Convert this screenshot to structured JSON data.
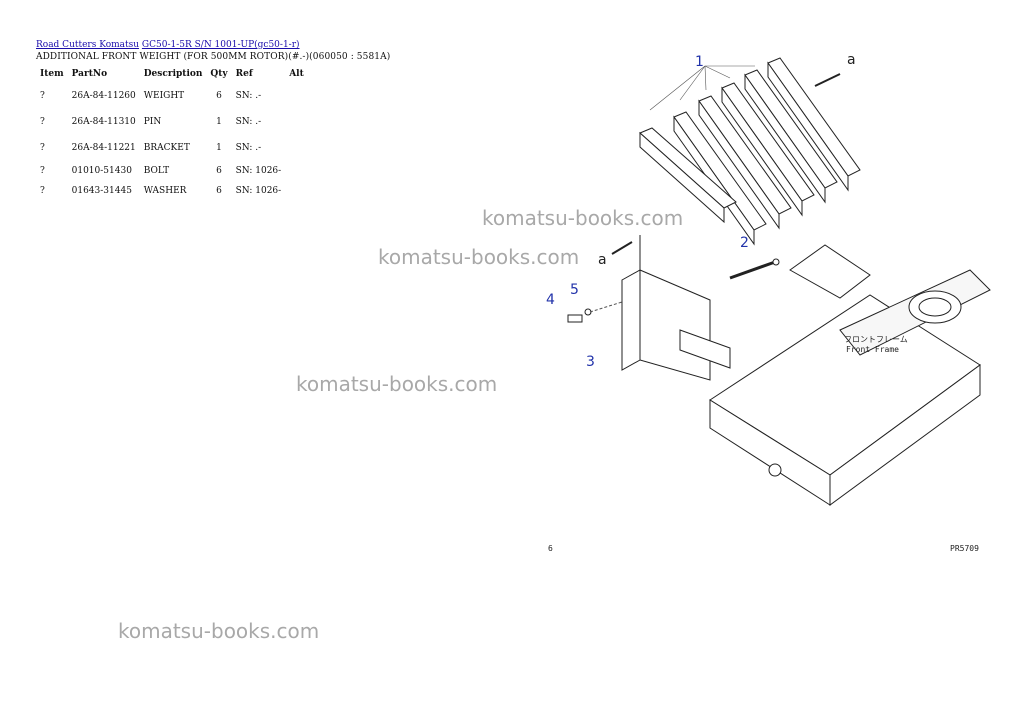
{
  "breadcrumb": {
    "link1": "Road Cutters Komatsu",
    "link2": "GC50-1-5R S/N 1001-UP(gc50-1-r)"
  },
  "page_title": "ADDITIONAL FRONT WEIGHT (FOR 500MM ROTOR)(#.-)(060050 : 5581A)",
  "table": {
    "headers": [
      "Item",
      "PartNo",
      "Description",
      "Qty",
      "Ref",
      "Alt"
    ],
    "rows": [
      {
        "item": "?",
        "partno": "26A-84-11260",
        "description": "WEIGHT",
        "qty": "6",
        "ref": "SN: .-",
        "alt": ""
      },
      {
        "item": "?",
        "partno": "26A-84-11310",
        "description": "PIN",
        "qty": "1",
        "ref": "SN: .-",
        "alt": ""
      },
      {
        "item": "?",
        "partno": "26A-84-11221",
        "description": "BRACKET",
        "qty": "1",
        "ref": "SN: .-",
        "alt": ""
      },
      {
        "item": "?",
        "partno": "01010-51430",
        "description": "BOLT",
        "qty": "6",
        "ref": "SN: 1026-",
        "alt": ""
      },
      {
        "item": "?",
        "partno": "01643-31445",
        "description": "WASHER",
        "qty": "6",
        "ref": "SN: 1026-",
        "alt": ""
      }
    ]
  },
  "watermark": "komatsu-books.com",
  "diagram": {
    "labels": [
      "1",
      "2",
      "3",
      "4",
      "5"
    ],
    "arrow_label": "a",
    "frame_jp": "フロントフレーム",
    "frame_en": "Front Frame",
    "page_left": "6",
    "page_code": "PR5709"
  }
}
